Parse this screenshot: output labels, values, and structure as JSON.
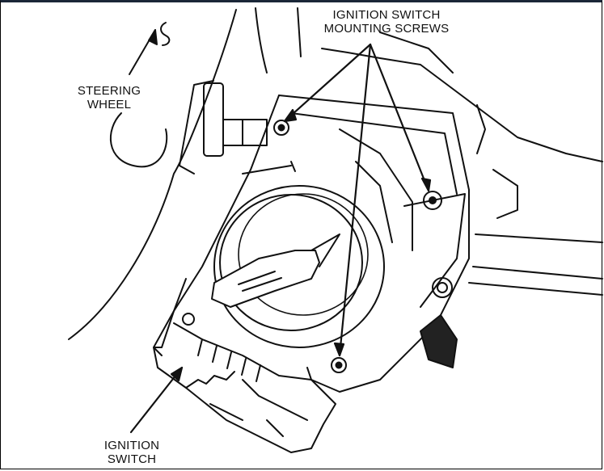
{
  "labels": {
    "steering_wheel": [
      "STEERING",
      "WHEEL"
    ],
    "mounting_screws": [
      "IGNITION SWITCH",
      "MOUNTING SCREWS"
    ],
    "ignition_switch": [
      "IGNITION",
      "SWITCH"
    ],
    "direction_mark": "S"
  },
  "colors": {
    "ink": "#111111",
    "border": "#1b2738",
    "paper": "#ffffff"
  }
}
